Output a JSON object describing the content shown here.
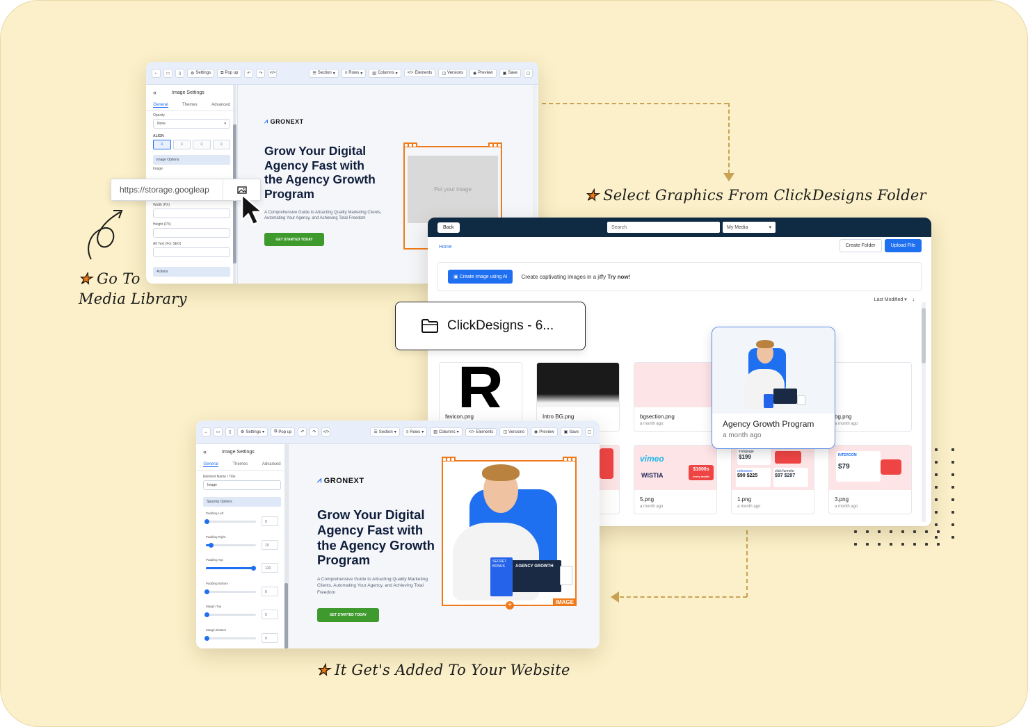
{
  "labels": {
    "go_to_line1": "Go To",
    "go_to_line2": "Media Library",
    "select": "Select Graphics From ClickDesigns Folder",
    "added": "It Get's Added To Your Website"
  },
  "builder_top": {
    "toolbar": [
      "Settings",
      "Pop up",
      "Section",
      "Rows",
      "Columns",
      "Elements",
      "Versions",
      "Preview",
      "Save"
    ],
    "panel_title": "Image Settings",
    "tabs": [
      "General",
      "Themes",
      "Advanced"
    ],
    "fields": {
      "opacity_label": "Opacity",
      "opacity_value": "None",
      "align_label": "ALIGN",
      "image_options": "Image Options",
      "image_label": "Image",
      "width_label": "Width (PX)",
      "height_label": "Height (PX)",
      "alt_label": "Alt Text (For SEO)",
      "actions": "Actions"
    },
    "placeholder": "Put your image"
  },
  "url_input": {
    "value": "https://storage.googleap"
  },
  "hero": {
    "logo": "GRONEXT",
    "headline": "Grow Your Digital Agency Fast with the Agency Growth Program",
    "sub": "A Comprehensive Guide to Attracting Quality Marketing Clients, Automating Your Agency, and Achieving Total Freedom",
    "cta": "GET STARTED TODAY"
  },
  "media": {
    "back": "Back",
    "search_placeholder": "Search",
    "source": "My Media",
    "breadcrumb": "Home",
    "create_folder": "Create Folder",
    "upload": "Upload File",
    "ai_button": "Create image using AI",
    "ai_text": "Create captivating images in a jiffy",
    "ai_try": "Try now!",
    "sort": "Last Modified",
    "folder": "ClickDesigns - 6...",
    "cards": [
      {
        "name": "favicon.png",
        "date": ""
      },
      {
        "name": "Intro BG.png",
        "date": ""
      },
      {
        "name": "bgsection.png",
        "date": "a month ago"
      },
      {
        "name": "bg.png",
        "date": "a month ago"
      },
      {
        "name": "5.png",
        "date": "a month ago"
      },
      {
        "name": "1.png",
        "date": "a month ago"
      },
      {
        "name": "3.png",
        "date": "a month ago"
      }
    ],
    "popup": {
      "name": "Agency Growth Program",
      "date": "a month ago"
    },
    "thumb_text": {
      "fav": "R",
      "vimeo": "vimeo",
      "wistia": "WISTIA",
      "price1000": "$1000s",
      "every_month": "every month",
      "unbounce": "unbounce",
      "instapage": "instapage",
      "p199": "$199",
      "p90": "$90",
      "p225": "$225",
      "p97": "$97",
      "p297": "$297",
      "clickfunnels": "click funnels",
      "intercom": "INTERCOM",
      "p79": "$79",
      "product_agency": "AGENCY GROWTH",
      "product_secret": "SECRET BONUS"
    }
  },
  "builder_bottom": {
    "toolbar": [
      "Settings",
      "Pop up",
      "Section",
      "Rows",
      "Columns",
      "Elements",
      "Versions",
      "Preview",
      "Save"
    ],
    "panel_title": "Image Settings",
    "tabs": [
      "General",
      "Themes",
      "Advanced"
    ],
    "element_name_label": "Element Name / Title",
    "element_name_value": "Image",
    "spacing": "Spacing Options",
    "sliders": [
      {
        "label": "Padding Left",
        "value": "0",
        "fill": 0.02
      },
      {
        "label": "Padding Right",
        "value": "10",
        "fill": 0.1
      },
      {
        "label": "Padding Top",
        "value": "120",
        "fill": 0.95
      },
      {
        "label": "Padding Bottom",
        "value": "0",
        "fill": 0.02
      },
      {
        "label": "Margin Top",
        "value": "0",
        "fill": 0.02
      },
      {
        "label": "Margin Bottom",
        "value": "0",
        "fill": 0.02
      }
    ],
    "image_tag": "IMAGE"
  },
  "colors": {
    "accent": "#1f6ff1",
    "orange": "#f07a1a",
    "green": "#3f9a2e",
    "navy": "#0f2b44",
    "background": "#fbf0c9"
  }
}
